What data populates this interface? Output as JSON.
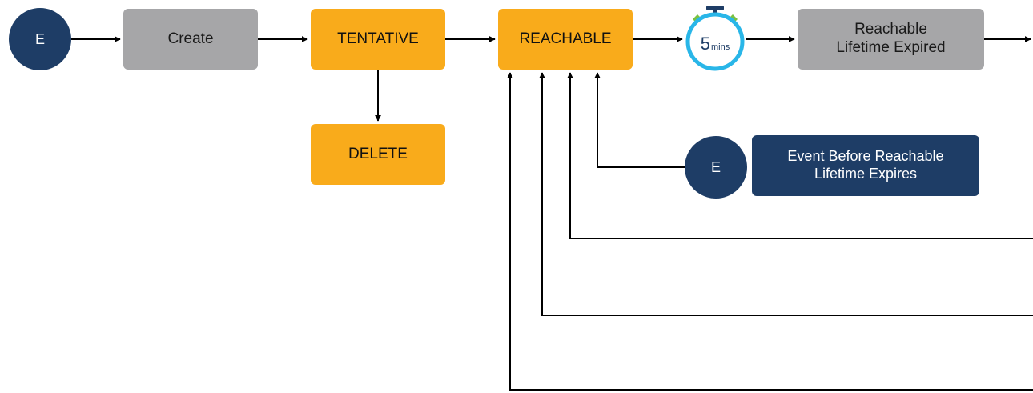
{
  "diagram": {
    "event_marker_label": "E",
    "create_label": "Create",
    "tentative_label": "TENTATIVE",
    "delete_label": "DELETE",
    "reachable_label": "REACHABLE",
    "timer": {
      "value": "5",
      "unit": "mins",
      "ring_color": "#29b6e8",
      "cap_color": "#1e3d66",
      "tab_color": "#7ac143"
    },
    "expired": {
      "line1": "Reachable",
      "line2": "Lifetime Expired"
    },
    "event_before": {
      "marker_label": "E",
      "line1": "Event Before Reachable",
      "line2": "Lifetime Expires"
    },
    "colors": {
      "state_orange": "#f9ab1b",
      "neutral_gray": "#a6a6a8",
      "event_navy": "#1e3d66",
      "connector": "#000000"
    }
  }
}
